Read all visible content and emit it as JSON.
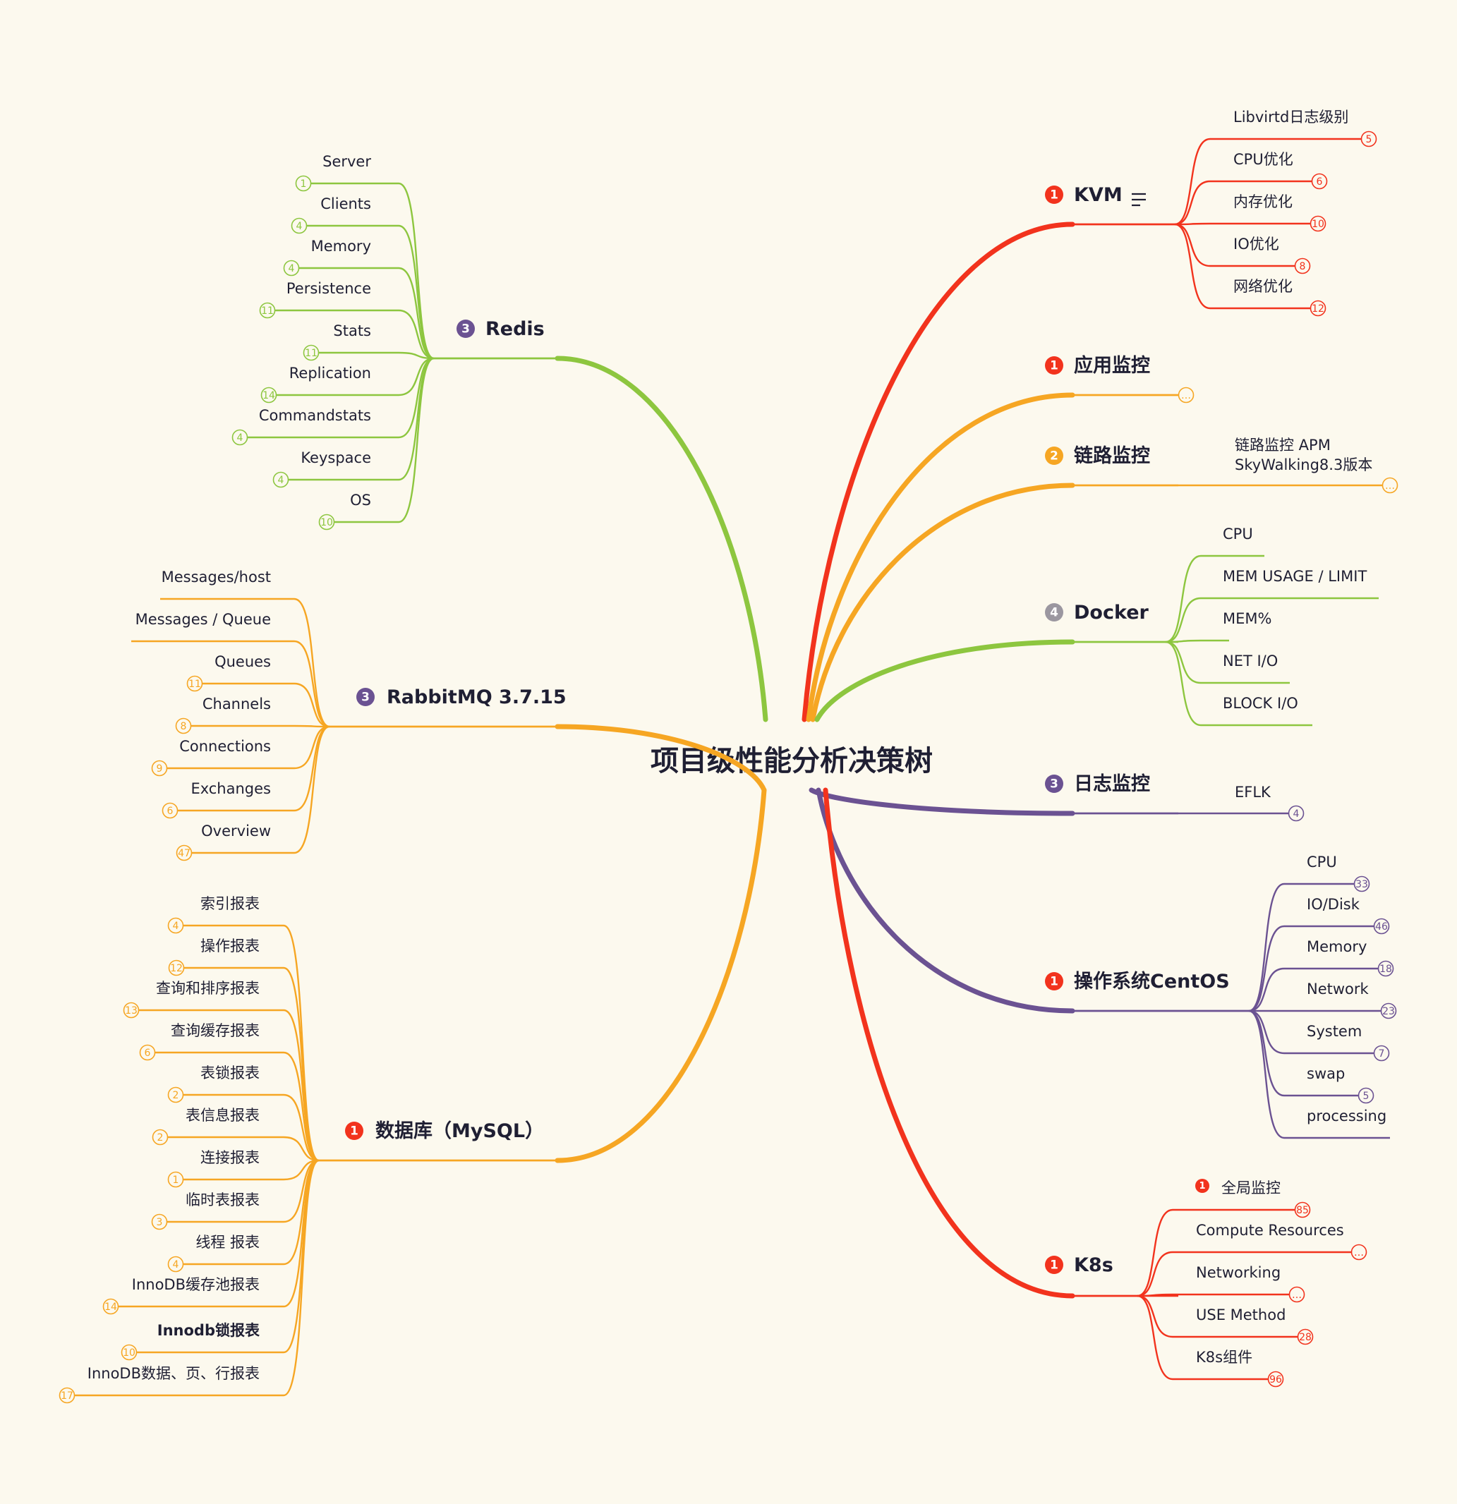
{
  "map": {
    "root": "项目级性能分析决策树",
    "colors": {
      "red": "#f2331d",
      "orange": "#f6a623",
      "green": "#8dc63f",
      "purple": "#6b5292",
      "grey": "#9b97a0",
      "text": "#1f1f33",
      "background": "#fcf9ee"
    },
    "branches": [
      {
        "id": "kvm",
        "side": "right",
        "color": "red",
        "marker": "1",
        "title": "KVM",
        "has_notes_icon": true,
        "children": [
          {
            "label": "Libvirtd日志级别",
            "count": "5"
          },
          {
            "label": "CPU优化",
            "count": "6"
          },
          {
            "label": "内存优化",
            "count": "10"
          },
          {
            "label": "IO优化",
            "count": "8"
          },
          {
            "label": "网络优化",
            "count": "12"
          }
        ]
      },
      {
        "id": "app",
        "side": "right",
        "color": "orange",
        "marker": "1",
        "title": "应用监控",
        "collapsed_count": "…",
        "children": []
      },
      {
        "id": "trace",
        "side": "right",
        "color": "orange",
        "marker": "2",
        "title": "链路监控",
        "children": [
          {
            "label": "链路监控 APM",
            "label2": "SkyWalking8.3版本",
            "count": "…"
          }
        ]
      },
      {
        "id": "docker",
        "side": "right",
        "color": "green",
        "marker": "4",
        "title": "Docker",
        "children": [
          {
            "label": "CPU"
          },
          {
            "label": "MEM USAGE / LIMIT"
          },
          {
            "label": "MEM%"
          },
          {
            "label": "NET I/O"
          },
          {
            "label": "BLOCK I/O"
          }
        ]
      },
      {
        "id": "log",
        "side": "right",
        "color": "purple",
        "marker": "3",
        "title": "日志监控",
        "children": [
          {
            "label": "EFLK",
            "count": "4"
          }
        ]
      },
      {
        "id": "os",
        "side": "right",
        "color": "purple",
        "marker": "1",
        "title": "操作系统CentOS",
        "children": [
          {
            "label": "CPU",
            "count": "33"
          },
          {
            "label": "IO/Disk",
            "count": "46"
          },
          {
            "label": "Memory",
            "count": "18"
          },
          {
            "label": "Network",
            "count": "23"
          },
          {
            "label": "System",
            "count": "7"
          },
          {
            "label": "swap",
            "count": "5"
          },
          {
            "label": "processing"
          }
        ]
      },
      {
        "id": "k8s",
        "side": "right",
        "color": "red",
        "marker": "1",
        "title": "K8s",
        "children": [
          {
            "label": "全局监控",
            "marker": "1",
            "count": "85"
          },
          {
            "label": "Compute Resources",
            "count": "…"
          },
          {
            "label": "Networking",
            "count": "…"
          },
          {
            "label": "USE Method",
            "count": "28"
          },
          {
            "label": "K8s组件",
            "count": "96"
          }
        ]
      },
      {
        "id": "redis",
        "side": "left",
        "color": "green",
        "marker": "3",
        "title": "Redis",
        "children": [
          {
            "label": "Server",
            "count": "1"
          },
          {
            "label": "Clients",
            "count": "4"
          },
          {
            "label": "Memory",
            "count": "4"
          },
          {
            "label": "Persistence",
            "count": "11"
          },
          {
            "label": "Stats",
            "count": "11"
          },
          {
            "label": "Replication",
            "count": "14"
          },
          {
            "label": "Commandstats",
            "count": "4"
          },
          {
            "label": "Keyspace",
            "count": "4"
          },
          {
            "label": "OS",
            "count": "10"
          }
        ]
      },
      {
        "id": "rabbit",
        "side": "left",
        "color": "orange",
        "marker": "3",
        "title": "RabbitMQ  3.7.15",
        "children": [
          {
            "label": "Messages/host"
          },
          {
            "label": "Messages / Queue"
          },
          {
            "label": "Queues",
            "count": "11"
          },
          {
            "label": "Channels",
            "count": "8"
          },
          {
            "label": "Connections",
            "count": "9"
          },
          {
            "label": "Exchanges",
            "count": "6"
          },
          {
            "label": "Overview",
            "count": "47"
          }
        ]
      },
      {
        "id": "mysql",
        "side": "left",
        "color": "orange",
        "marker": "1",
        "title": "数据库（MySQL）",
        "children": [
          {
            "label": "索引报表",
            "count": "4"
          },
          {
            "label": "操作报表",
            "count": "12"
          },
          {
            "label": "查询和排序报表",
            "count": "13"
          },
          {
            "label": "查询缓存报表",
            "count": "6"
          },
          {
            "label": "表锁报表",
            "count": "2"
          },
          {
            "label": "表信息报表",
            "count": "2"
          },
          {
            "label": "连接报表",
            "count": "1"
          },
          {
            "label": "临时表报表",
            "count": "3"
          },
          {
            "label": "线程 报表",
            "count": "4"
          },
          {
            "label": "InnoDB缓存池报表",
            "count": "14"
          },
          {
            "label": "Innodb锁报表",
            "count": "10",
            "bold": true
          },
          {
            "label": "InnoDB数据、页、行报表",
            "count": "17"
          }
        ]
      }
    ]
  }
}
